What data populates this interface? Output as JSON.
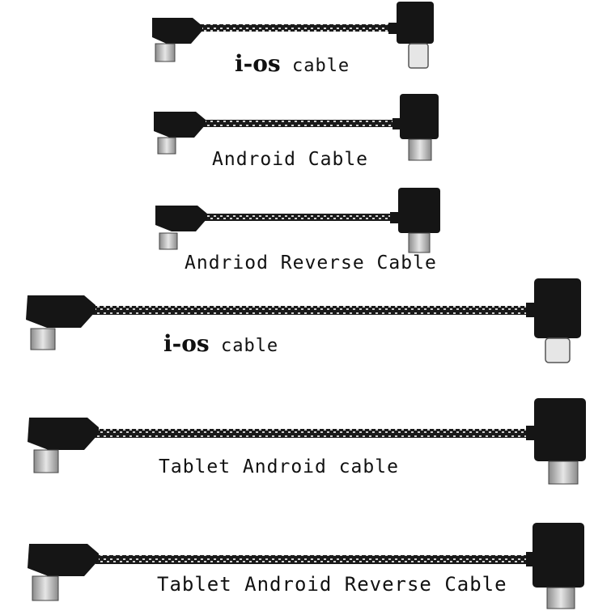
{
  "cables": [
    {
      "brand": "i-os",
      "label": "cable"
    },
    {
      "brand": "",
      "label": "Android Cable"
    },
    {
      "brand": "",
      "label": "Andriod Reverse Cable"
    },
    {
      "brand": "i-os",
      "label": "cable"
    },
    {
      "brand": "",
      "label": "Tablet Android cable"
    },
    {
      "brand": "",
      "label": "Tablet Android Reverse Cable"
    }
  ],
  "colors": {
    "cable_black": "#1a1a1a",
    "braid_light": "#d0d0d0",
    "background": "#ffffff"
  }
}
